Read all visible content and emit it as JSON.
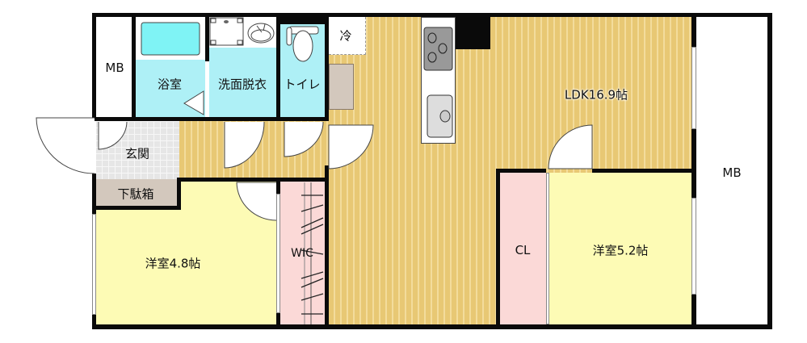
{
  "floor_plan": {
    "rooms": [
      {
        "id": "mb-left",
        "label": "MB"
      },
      {
        "id": "bathroom",
        "label": "浴室"
      },
      {
        "id": "washroom",
        "label": "洗面脱衣"
      },
      {
        "id": "toilet",
        "label": "トイレ"
      },
      {
        "id": "fridge",
        "label": "冷"
      },
      {
        "id": "entrance",
        "label": "玄関"
      },
      {
        "id": "shoe-cabinet",
        "label": "下駄箱"
      },
      {
        "id": "bedroom-west",
        "label": "洋室4.8帖"
      },
      {
        "id": "wic",
        "label": "WIC"
      },
      {
        "id": "ldk",
        "label": "LDK16.9帖"
      },
      {
        "id": "closet",
        "label": "CL"
      },
      {
        "id": "bedroom-east",
        "label": "洋室5.2帖"
      },
      {
        "id": "mb-right",
        "label": "MB"
      }
    ],
    "colors": {
      "wall": "#0a0a0a",
      "wood_floor": "#e8c874",
      "wet_area": "#aef0f6",
      "bedroom": "#fdfbb5",
      "closet": "#fbd9d7",
      "storage": "#d3c8bd",
      "entrance_tile": "#e6e6e6"
    }
  }
}
